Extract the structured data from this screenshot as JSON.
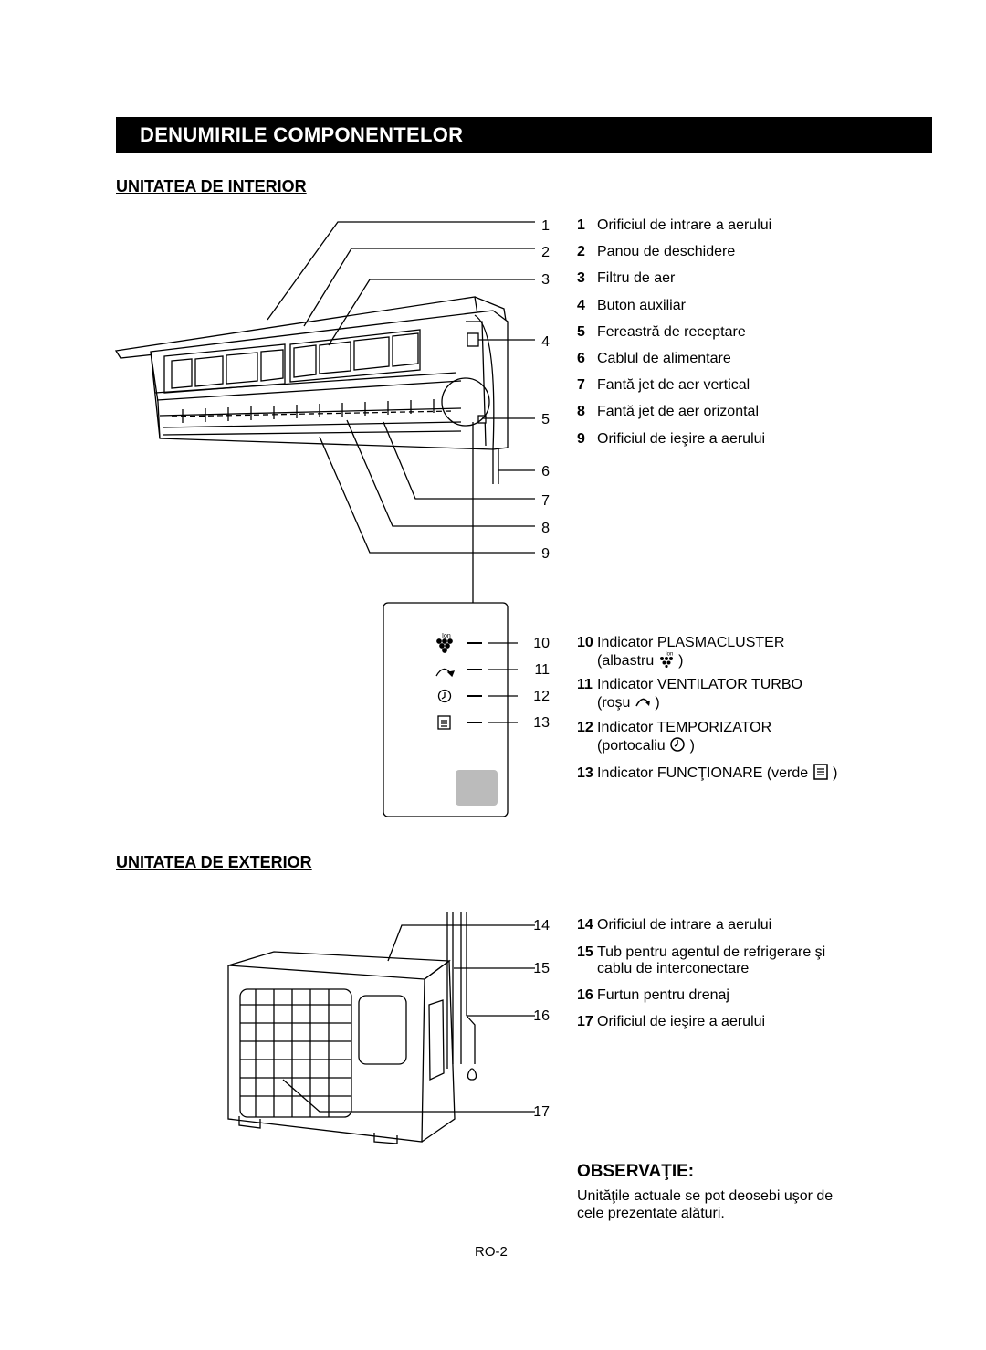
{
  "header": {
    "title": "DENUMIRILE COMPONENTELOR"
  },
  "indoor": {
    "title": "UNITATEA DE INTERIOR",
    "callouts": [
      "1",
      "2",
      "3",
      "4",
      "5",
      "6",
      "7",
      "8",
      "9"
    ],
    "items": [
      {
        "n": "1",
        "label": "Orificiul de intrare a aerului"
      },
      {
        "n": "2",
        "label": "Panou de deschidere"
      },
      {
        "n": "3",
        "label": "Filtru de aer"
      },
      {
        "n": "4",
        "label": "Buton auxiliar"
      },
      {
        "n": "5",
        "label": "Fereastră de receptare"
      },
      {
        "n": "6",
        "label": "Cablul de alimentare"
      },
      {
        "n": "7",
        "label": "Fantă jet de aer vertical"
      },
      {
        "n": "8",
        "label": "Fantă jet de aer orizontal"
      },
      {
        "n": "9",
        "label": "Orificiul de ieşire a aerului"
      }
    ]
  },
  "display": {
    "callouts": [
      "10",
      "11",
      "12",
      "13"
    ],
    "ion_mark": "Ion",
    "items": [
      {
        "n": "10",
        "line1": "Indicator PLASMACLUSTER",
        "line2": "(albastru",
        "line2_end": ")",
        "icon": "plasmacluster-icon",
        "icon_text": "Ion"
      },
      {
        "n": "11",
        "line1": "Indicator VENTILATOR TURBO",
        "line2": "(roşu",
        "line2_end": ")",
        "icon": "turbo-fan-icon"
      },
      {
        "n": "12",
        "line1": "Indicator TEMPORIZATOR",
        "line2": "(portocaliu",
        "line2_end": ")",
        "icon": "timer-clock-icon"
      },
      {
        "n": "13",
        "line1": "Indicator FUNCŢIONARE (verde",
        "line1_end": ")",
        "icon": "operation-icon"
      }
    ]
  },
  "outdoor": {
    "title": "UNITATEA DE EXTERIOR",
    "callouts": [
      "14",
      "15",
      "16",
      "17"
    ],
    "items": [
      {
        "n": "14",
        "line1": "Orificiul de intrare a aerului"
      },
      {
        "n": "15",
        "line1": "Tub pentru agentul de refrigerare şi",
        "line2": "cablu de interconectare"
      },
      {
        "n": "16",
        "line1": "Furtun pentru drenaj"
      },
      {
        "n": "17",
        "line1": "Orificiul de ieşire a aerului"
      }
    ]
  },
  "note": {
    "title": "OBSERVAŢIE:",
    "line1": "Unităţile actuale se pot deosebi uşor de",
    "line2": "cele prezentate alături."
  },
  "footer": {
    "page": "RO-2"
  }
}
